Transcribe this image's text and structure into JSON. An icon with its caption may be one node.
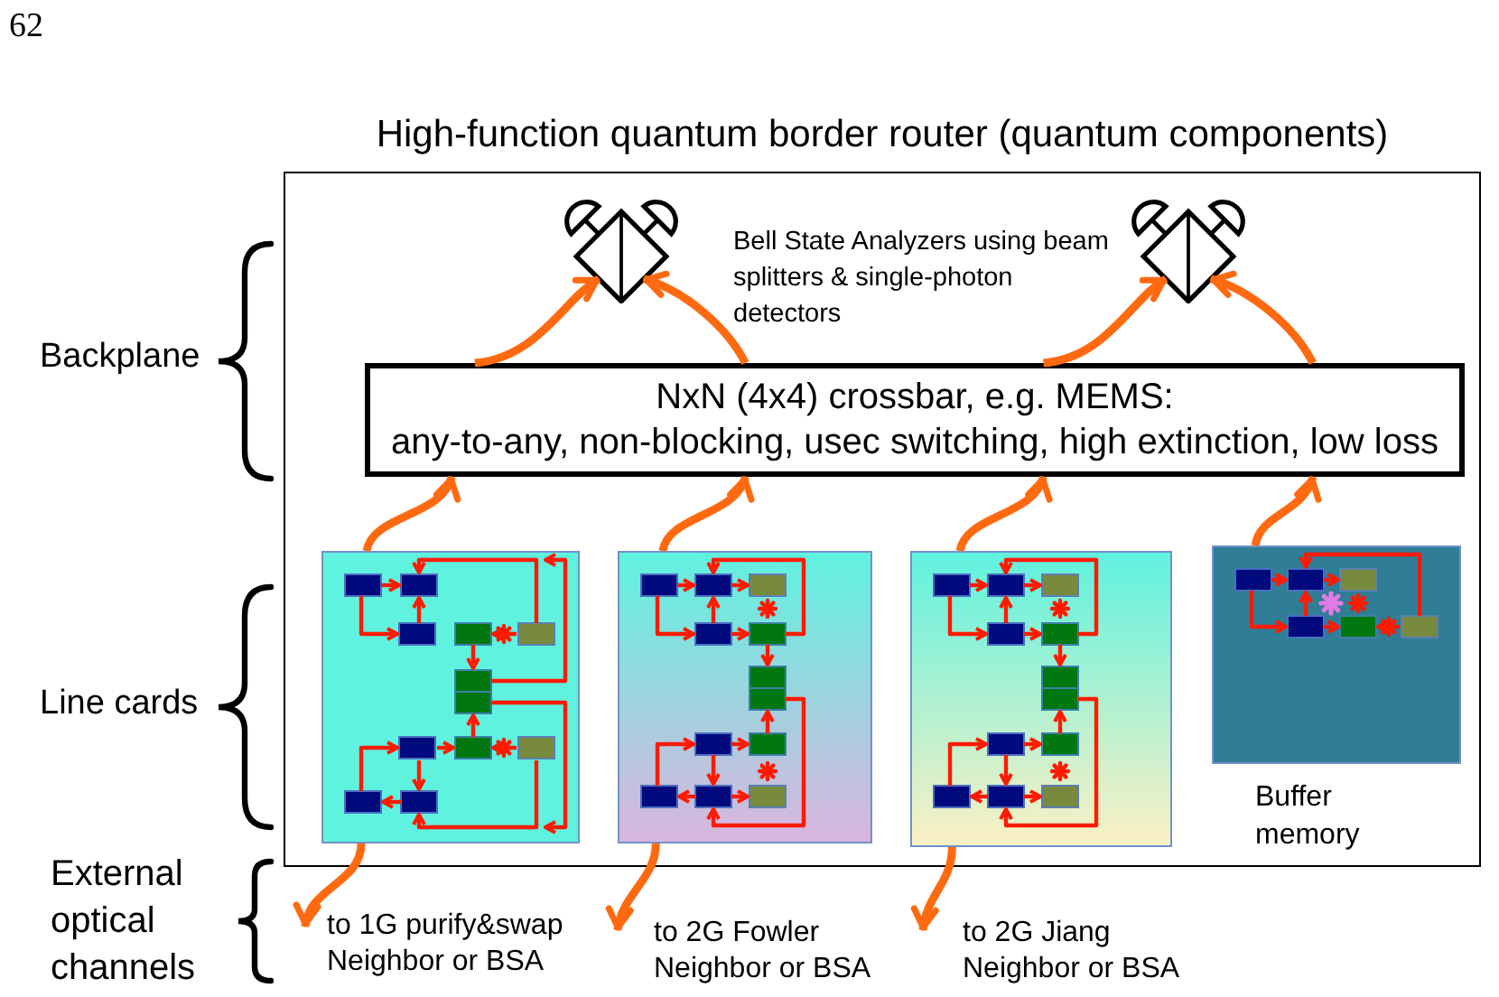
{
  "diagram": {
    "nodes": [
      {
        "text": [
          "High-function quantum border router (quantum components)"
        ]
      },
      {
        "text": [],
        "shape": "picture",
        "in": 0
      },
      {
        "text": [],
        "shape": "picture",
        "in": 0
      },
      {
        "text": [
          "NxN (4x4) crossbar, e.g. MEMS:",
          "any-to-any, non-blocking, usec switching, high extinction, low loss"
        ],
        "in": 0
      },
      {
        "text": [],
        "shape": "picture",
        "in": 0
      },
      {
        "text": [],
        "shape": "picture",
        "in": 0
      },
      {
        "text": [],
        "shape": "picture",
        "in": 0
      },
      {
        "text": [],
        "shape": "picture",
        "in": 0,
        "beside": [
          "Buffer memory"
        ]
      },
      {
        "text": [
          "to 1G purify&swap Neighbor or BSA"
        ]
      },
      {
        "text": [
          "to 2G Fowler Neighbor or BSA"
        ]
      },
      {
        "text": [
          "to 2G Jiang Neighbor or BSA"
        ]
      }
    ],
    "edges": [
      {
        "from": 3,
        "to": 1,
        "arrow": "to"
      },
      {
        "from": 3,
        "to": 1,
        "arrow": "to"
      },
      {
        "from": 3,
        "to": 2,
        "arrow": "to"
      },
      {
        "from": 3,
        "to": 2,
        "arrow": "to"
      },
      {
        "from": 4,
        "to": 3,
        "arrow": "to"
      },
      {
        "from": 5,
        "to": 3,
        "arrow": "to"
      },
      {
        "from": 6,
        "to": 3,
        "arrow": "to"
      },
      {
        "from": 7,
        "to": 3,
        "arrow": "to"
      },
      {
        "from": 4,
        "to": 8,
        "arrow": "to"
      },
      {
        "from": 5,
        "to": 9,
        "arrow": "to"
      },
      {
        "from": 6,
        "to": 10,
        "arrow": "to"
      }
    ],
    "labels": [
      "62",
      "Bell State Analyzers using beam splitters & single-photon detectors",
      "Backplane",
      "Line cards",
      "External optical channels"
    ]
  }
}
